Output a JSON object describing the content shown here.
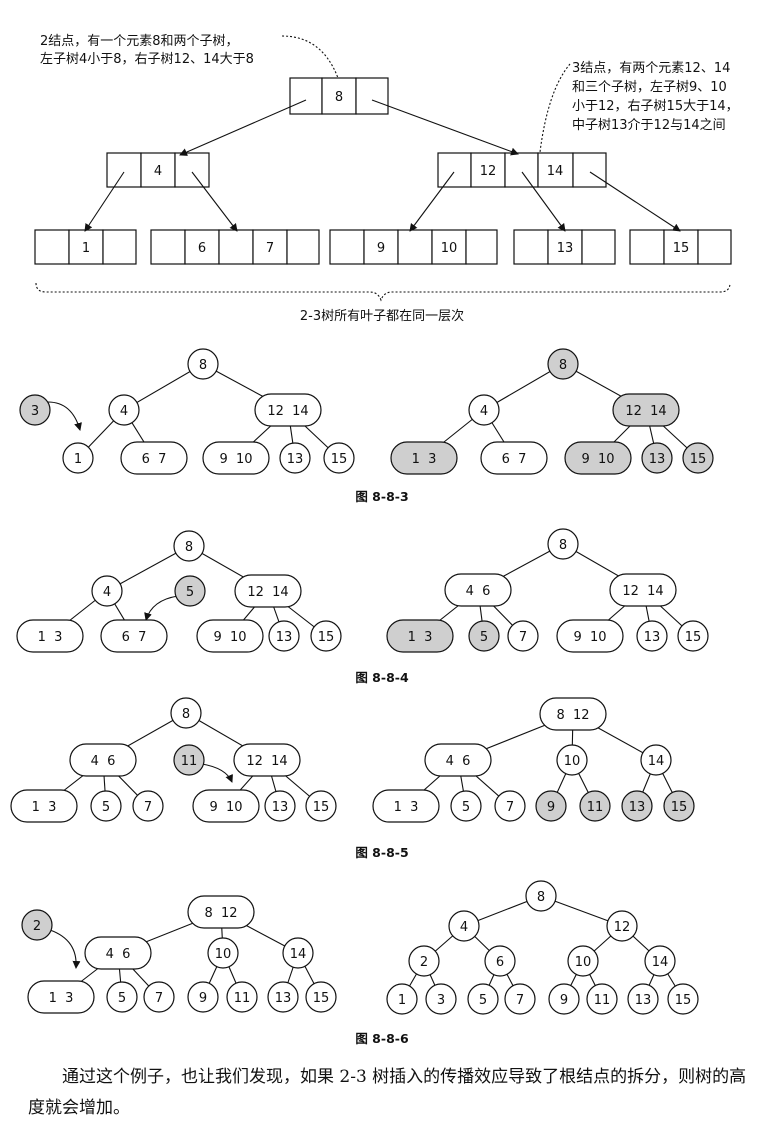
{
  "figure_top": {
    "note_root": [
      "2结点，有一个元素8和两个子树，",
      "左子树4小于8，右子树12、14大于8"
    ],
    "note_right": [
      "3结点，有两个元素12、14",
      "和三个子树，左子树9、10",
      "小于12，右子树15大于14，",
      "中子树13介于12与14之间"
    ],
    "root_keys": [
      "",
      "8",
      ""
    ],
    "left_keys": [
      "",
      "4",
      ""
    ],
    "right_keys": [
      "",
      "12",
      "",
      "14",
      ""
    ],
    "leaves": [
      [
        "",
        "1",
        ""
      ],
      [
        "",
        "6",
        "",
        "7",
        ""
      ],
      [
        "",
        "9",
        "",
        "10",
        ""
      ],
      [
        "",
        "13",
        ""
      ],
      [
        "",
        "15",
        ""
      ]
    ],
    "footer": "2-3树所有叶子都在同一层次"
  },
  "captions": [
    "图 8-8-3",
    "图 8-8-4",
    "图 8-8-5",
    "图 8-8-6"
  ],
  "steps": [
    {
      "left": {
        "nodes": [
          "8",
          "4",
          "12 14",
          "1",
          "6 7",
          "9 10",
          "13",
          "15",
          "3"
        ]
      },
      "right": {
        "nodes": [
          "8",
          "4",
          "12 14",
          "1 3",
          "6 7",
          "9 10",
          "13",
          "15"
        ]
      }
    },
    {
      "left": {
        "nodes": [
          "8",
          "4",
          "12 14",
          "1 3",
          "6 7",
          "9 10",
          "13",
          "15",
          "5"
        ]
      },
      "right": {
        "nodes": [
          "8",
          "4 6",
          "12 14",
          "1 3",
          "5",
          "7",
          "9 10",
          "13",
          "15"
        ]
      }
    },
    {
      "left": {
        "nodes": [
          "8",
          "4 6",
          "12 14",
          "1 3",
          "5",
          "7",
          "9 10",
          "13",
          "15",
          "11"
        ]
      },
      "right": {
        "nodes": [
          "8 12",
          "4 6",
          "10",
          "14",
          "1 3",
          "5",
          "7",
          "9",
          "11",
          "13",
          "15"
        ]
      }
    },
    {
      "left": {
        "nodes": [
          "8 12",
          "4 6",
          "10",
          "14",
          "1 3",
          "5",
          "7",
          "9",
          "11",
          "13",
          "15",
          "2"
        ]
      },
      "right": {
        "nodes": [
          "8",
          "4",
          "12",
          "2",
          "6",
          "10",
          "14",
          "1",
          "3",
          "5",
          "7",
          "9",
          "11",
          "13",
          "15"
        ]
      }
    }
  ],
  "paragraph": "通过这个例子，也让我们发现，如果 2-3 树插入的传播效应导致了根结点的拆分，则树的高度就会增加。"
}
